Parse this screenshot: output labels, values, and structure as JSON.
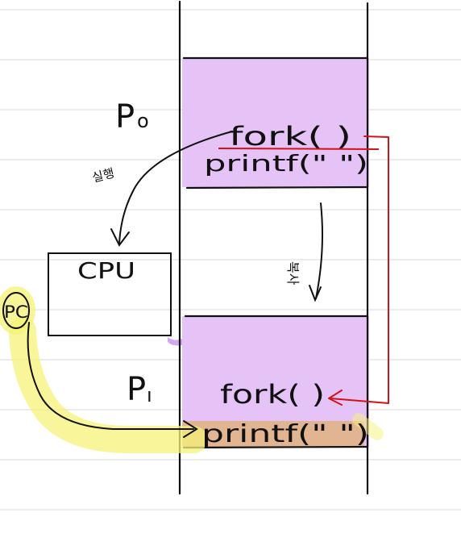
{
  "colors": {
    "page": "#ffffff",
    "rule": "#d9d9d9",
    "ink": "#111111",
    "block": "#e6c3f7",
    "block_edge": "#d4a8ee",
    "highlight_line": "#e2b592",
    "highlighter": "#f5f27a",
    "red_pen": "#d0121b"
  },
  "process_p0": {
    "label": "P",
    "sub": "o",
    "code_fork": "fork( )",
    "code_printf": "printf(\" \")"
  },
  "process_p1": {
    "label": "P",
    "sub": "ı",
    "code_fork": "fork( )",
    "code_printf": "printf(\" \")"
  },
  "cpu": {
    "label": "CPU"
  },
  "pc": {
    "label": "PC"
  },
  "note_execute": "실행",
  "note_copy": "복사"
}
